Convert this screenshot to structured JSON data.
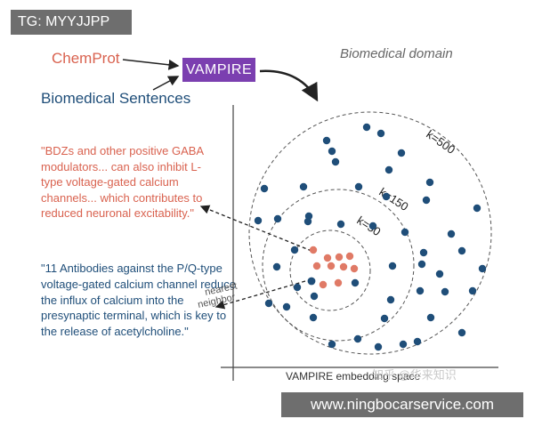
{
  "badge": {
    "text": "TG: MYYJJPP"
  },
  "inputs": {
    "chemprot": "ChemProt",
    "biomedical_sentences": "Biomedical Sentences"
  },
  "model": {
    "label": "VAMPIRE",
    "color": "#7b3fb0"
  },
  "domain_label": "Biomedical domain",
  "quotes": {
    "red": "\"BDZs and other positive GABA modulators... can also inhibit L-type voltage-gated calcium channels... which contributes to reduced neuronal excitability.\"",
    "blue": "\"11 Antibodies against the P/Q-type voltage-gated calcium channel reduce the influx of calcium into the presynaptic terminal, which is key to the release of acetylcholine.\""
  },
  "rings": [
    {
      "label": "k=500"
    },
    {
      "label": "k=150"
    },
    {
      "label": "k=50"
    }
  ],
  "nearest_neighbor": {
    "line1": "nearest",
    "line2": "neighbor"
  },
  "axis_label": "VAMPIRE embedding space",
  "watermark": "知乎 @华来知识",
  "banner": {
    "text": "www.ningbocarservice.com"
  },
  "colors": {
    "blue_point": "#1f4e79",
    "red_point": "#e07a66",
    "red_text": "#d9624f"
  }
}
